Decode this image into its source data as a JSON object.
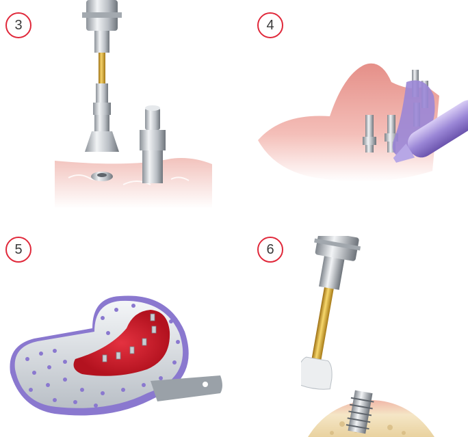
{
  "steps": [
    {
      "number": "3",
      "illustration": "driver-placing-impression-post-on-implant"
    },
    {
      "number": "4",
      "illustration": "syringe-injecting-impression-material-around-posts"
    },
    {
      "number": "5",
      "illustration": "impression-tray-with-material-and-posts"
    },
    {
      "number": "6",
      "illustration": "driver-seating-healing-cap-on-implant"
    }
  ],
  "colors": {
    "badge_border": "#e0283a",
    "gum": "#e9a9a3",
    "metal": "#c9cdd2",
    "gold": "#d9a521",
    "purple": "#9b85d6",
    "red_material": "#d61f30"
  }
}
